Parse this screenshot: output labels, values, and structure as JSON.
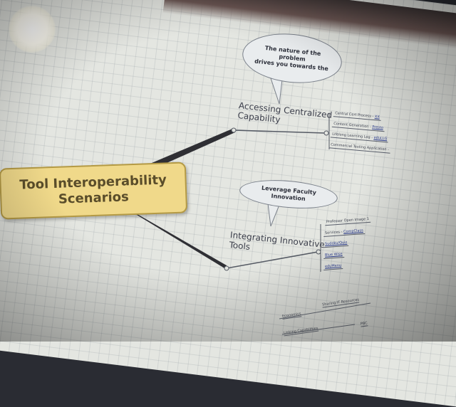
{
  "central": {
    "title": "Tool Interoperability\nScenarios"
  },
  "branches": [
    {
      "topic": "Accessing Centralized\nCapability",
      "callout": "The nature of the problem\ndrives you towards the",
      "leaves": [
        {
          "text": "Central Cert Process -",
          "link": "XX"
        },
        {
          "text": "Content Generation -",
          "link": "Presto"
        },
        {
          "text": "Lifelong Learning Log -",
          "link": "eduLLG"
        },
        {
          "text": "Commercial Testing Application -",
          "link": ""
        }
      ]
    },
    {
      "topic": "Integrating Innovative\nTools",
      "callout": "Leverage Faculty Innovation",
      "leaves": [
        {
          "text": "Professor Open Image 1",
          "link": ""
        },
        {
          "text": "Services -",
          "link": "CompClass"
        },
        {
          "text": "",
          "link": "Sudoku/Quiz"
        },
        {
          "text": "",
          "link": "Blue Wise"
        },
        {
          "text": "",
          "link": "eduMenu"
        }
      ]
    }
  ],
  "bottom_fragments": [
    {
      "text": "Economics"
    },
    {
      "text": "Sharing IT Resources"
    },
    {
      "text": "Linking Capabilities"
    },
    {
      "text": "PBC"
    }
  ]
}
